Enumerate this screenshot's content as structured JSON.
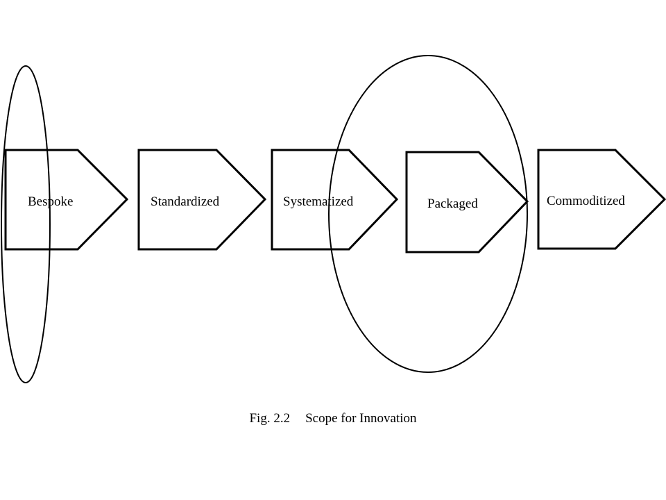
{
  "diagram": {
    "stages": [
      {
        "label": "Bespoke"
      },
      {
        "label": "Standardized"
      },
      {
        "label": "Systematized"
      },
      {
        "label": "Packaged"
      },
      {
        "label": "Commoditized"
      }
    ],
    "highlighted_stages": [
      "Bespoke",
      "Systematized",
      "Packaged"
    ],
    "caption": {
      "number": "Fig. 2.2",
      "title": "Scope for Innovation"
    },
    "colors": {
      "stroke": "#000000",
      "background": "#ffffff"
    }
  }
}
